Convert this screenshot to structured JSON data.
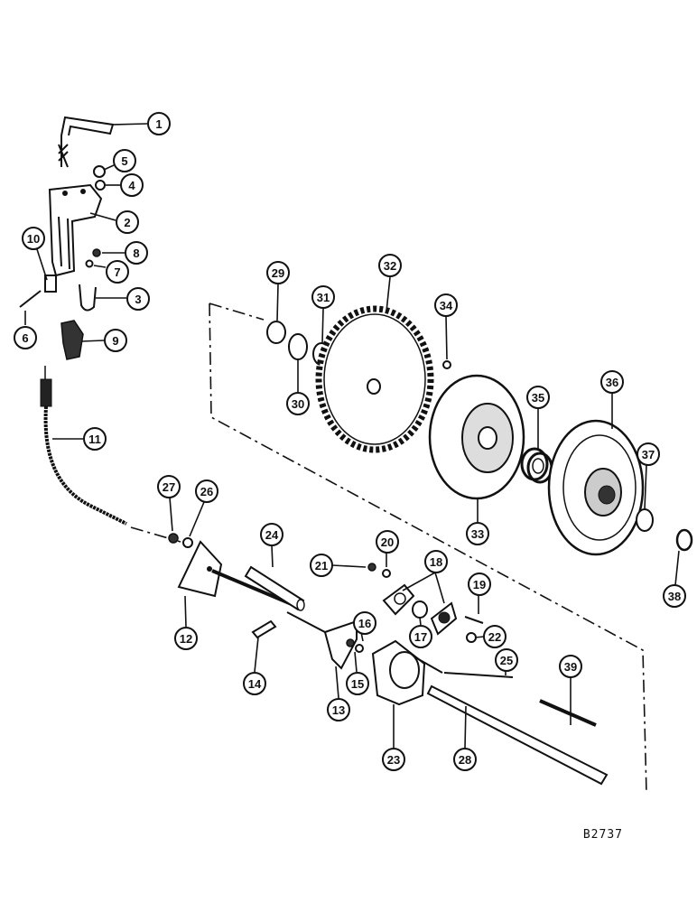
{
  "diagram": {
    "figure_id": "B2737",
    "callouts": [
      "1",
      "2",
      "3",
      "4",
      "5",
      "6",
      "7",
      "8",
      "9",
      "10",
      "11",
      "12",
      "13",
      "14",
      "15",
      "16",
      "17",
      "18",
      "19",
      "20",
      "21",
      "22",
      "23",
      "24",
      "25",
      "26",
      "27",
      "28",
      "29",
      "30",
      "31",
      "32",
      "33",
      "34",
      "35",
      "36",
      "37",
      "38",
      "39"
    ]
  }
}
